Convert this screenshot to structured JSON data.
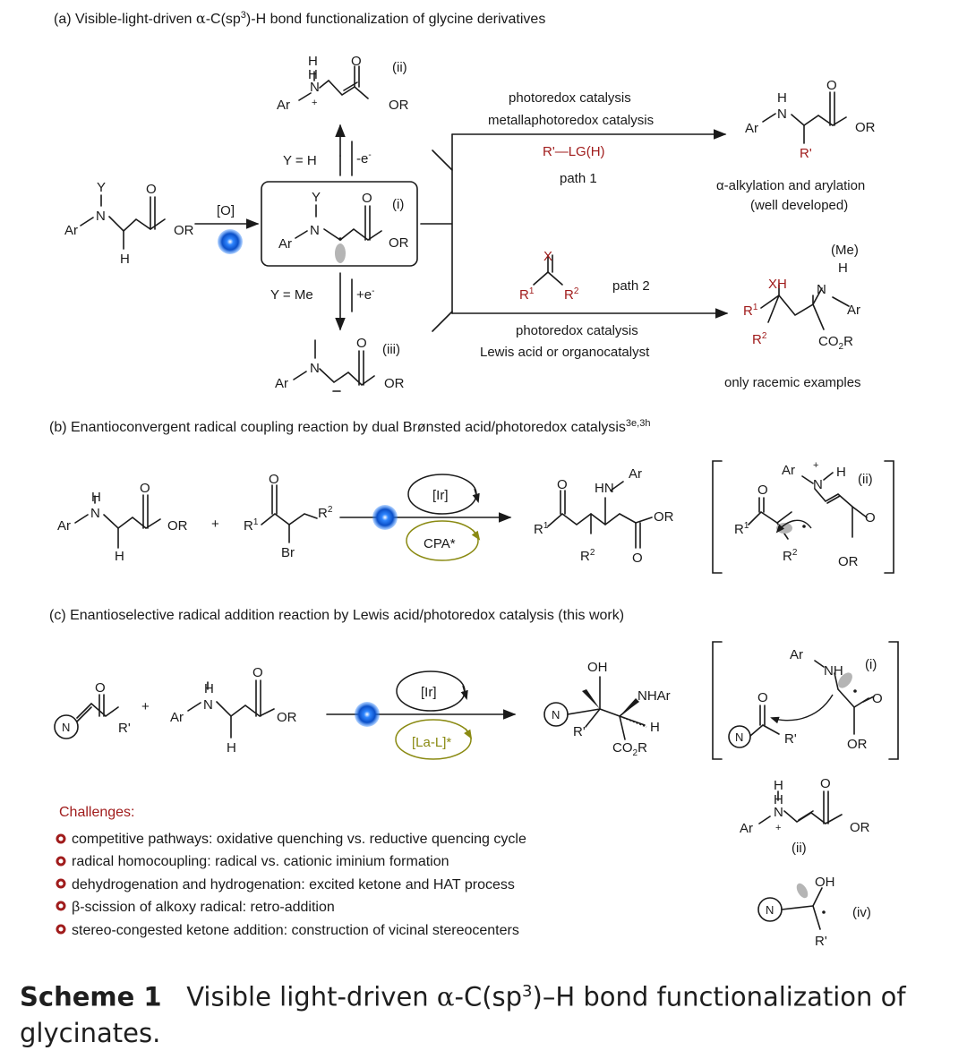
{
  "colors": {
    "ink": "#1a1a1a",
    "red": "#a01c1c",
    "olive": "#8a8a12",
    "blue_light": "#2f86ff",
    "blue_dark": "#0b4fc7",
    "orbital": "#b5b5b5"
  },
  "panel_a": {
    "title_pre": "(a) Visible-light-driven ",
    "title_alpha": "α",
    "title_mid": "-C(sp",
    "title_sup": "3",
    "title_post": ")-H bond functionalization of glycine derivatives",
    "oxidant": "[O]",
    "y_h": "Y = H",
    "minus_e": "-e",
    "minus_sup": "-",
    "y_me": "Y = Me",
    "plus_e": "+e",
    "plus_sup": "-",
    "path1_line1": "photoredox catalysis",
    "path1_line2": "metallaphotoredox catalysis",
    "path1_reagent": "R'—LG(H)",
    "path1_label": "path 1",
    "path2_label": "path 2",
    "path2_line1": "photoredox catalysis",
    "path2_line2": "Lewis acid or organocatalyst",
    "product1_line1": "α-alkylation and arylation",
    "product1_line2": "(well developed)",
    "product2_note": "only racemic examples",
    "me_label": "(Me)"
  },
  "panel_b": {
    "title": "(b) Enantioconvergent radical coupling reaction by dual Brønsted acid/photoredox catalysis",
    "title_sup": "3e,3h",
    "plus": "+",
    "catalyst_top": "[Ir]",
    "catalyst_bottom": "CPA*"
  },
  "panel_c": {
    "title": "(c) Enantioselective radical addition reaction by Lewis acid/photoredox catalysis (this work)",
    "plus": "+",
    "catalyst_top": "[Ir]",
    "catalyst_bottom": "[La-L]*"
  },
  "challenges": {
    "heading": "Challenges:",
    "items": [
      "competitive pathways: oxidative quenching vs. reductive quencing cycle",
      "radical homocoupling: radical vs. cationic iminium formation",
      "dehydrogenation and hydrogenation: excited ketone and HAT process",
      "β-scission of alkoxy radical: retro-addition",
      "stereo-congested ketone addition: construction of vicinal stereocenters"
    ]
  },
  "chem": {
    "Ar": "Ar",
    "N": "N",
    "H": "H",
    "O": "O",
    "OR": "OR",
    "Y": "Y",
    "X": "X",
    "XH": "XH",
    "OH": "OH",
    "HN": "HN",
    "NH": "NH",
    "NHAr": "NHAr",
    "R'": "R'",
    "R": "R",
    "plus_charge": "+",
    "Br": "Br",
    "CO": "CO",
    "CO2_sub": "2",
    "one": "1",
    "two": "2",
    "i": "(i)",
    "ii": "(ii)",
    "iii": "(iii)",
    "iv": "(iv)"
  },
  "caption": {
    "label": "Scheme 1",
    "text_pre": "Visible light-driven ",
    "alpha": "α",
    "text_mid": "-C(sp",
    "sup": "3",
    "text_post": ")–H bond functionalization of glycinates."
  }
}
